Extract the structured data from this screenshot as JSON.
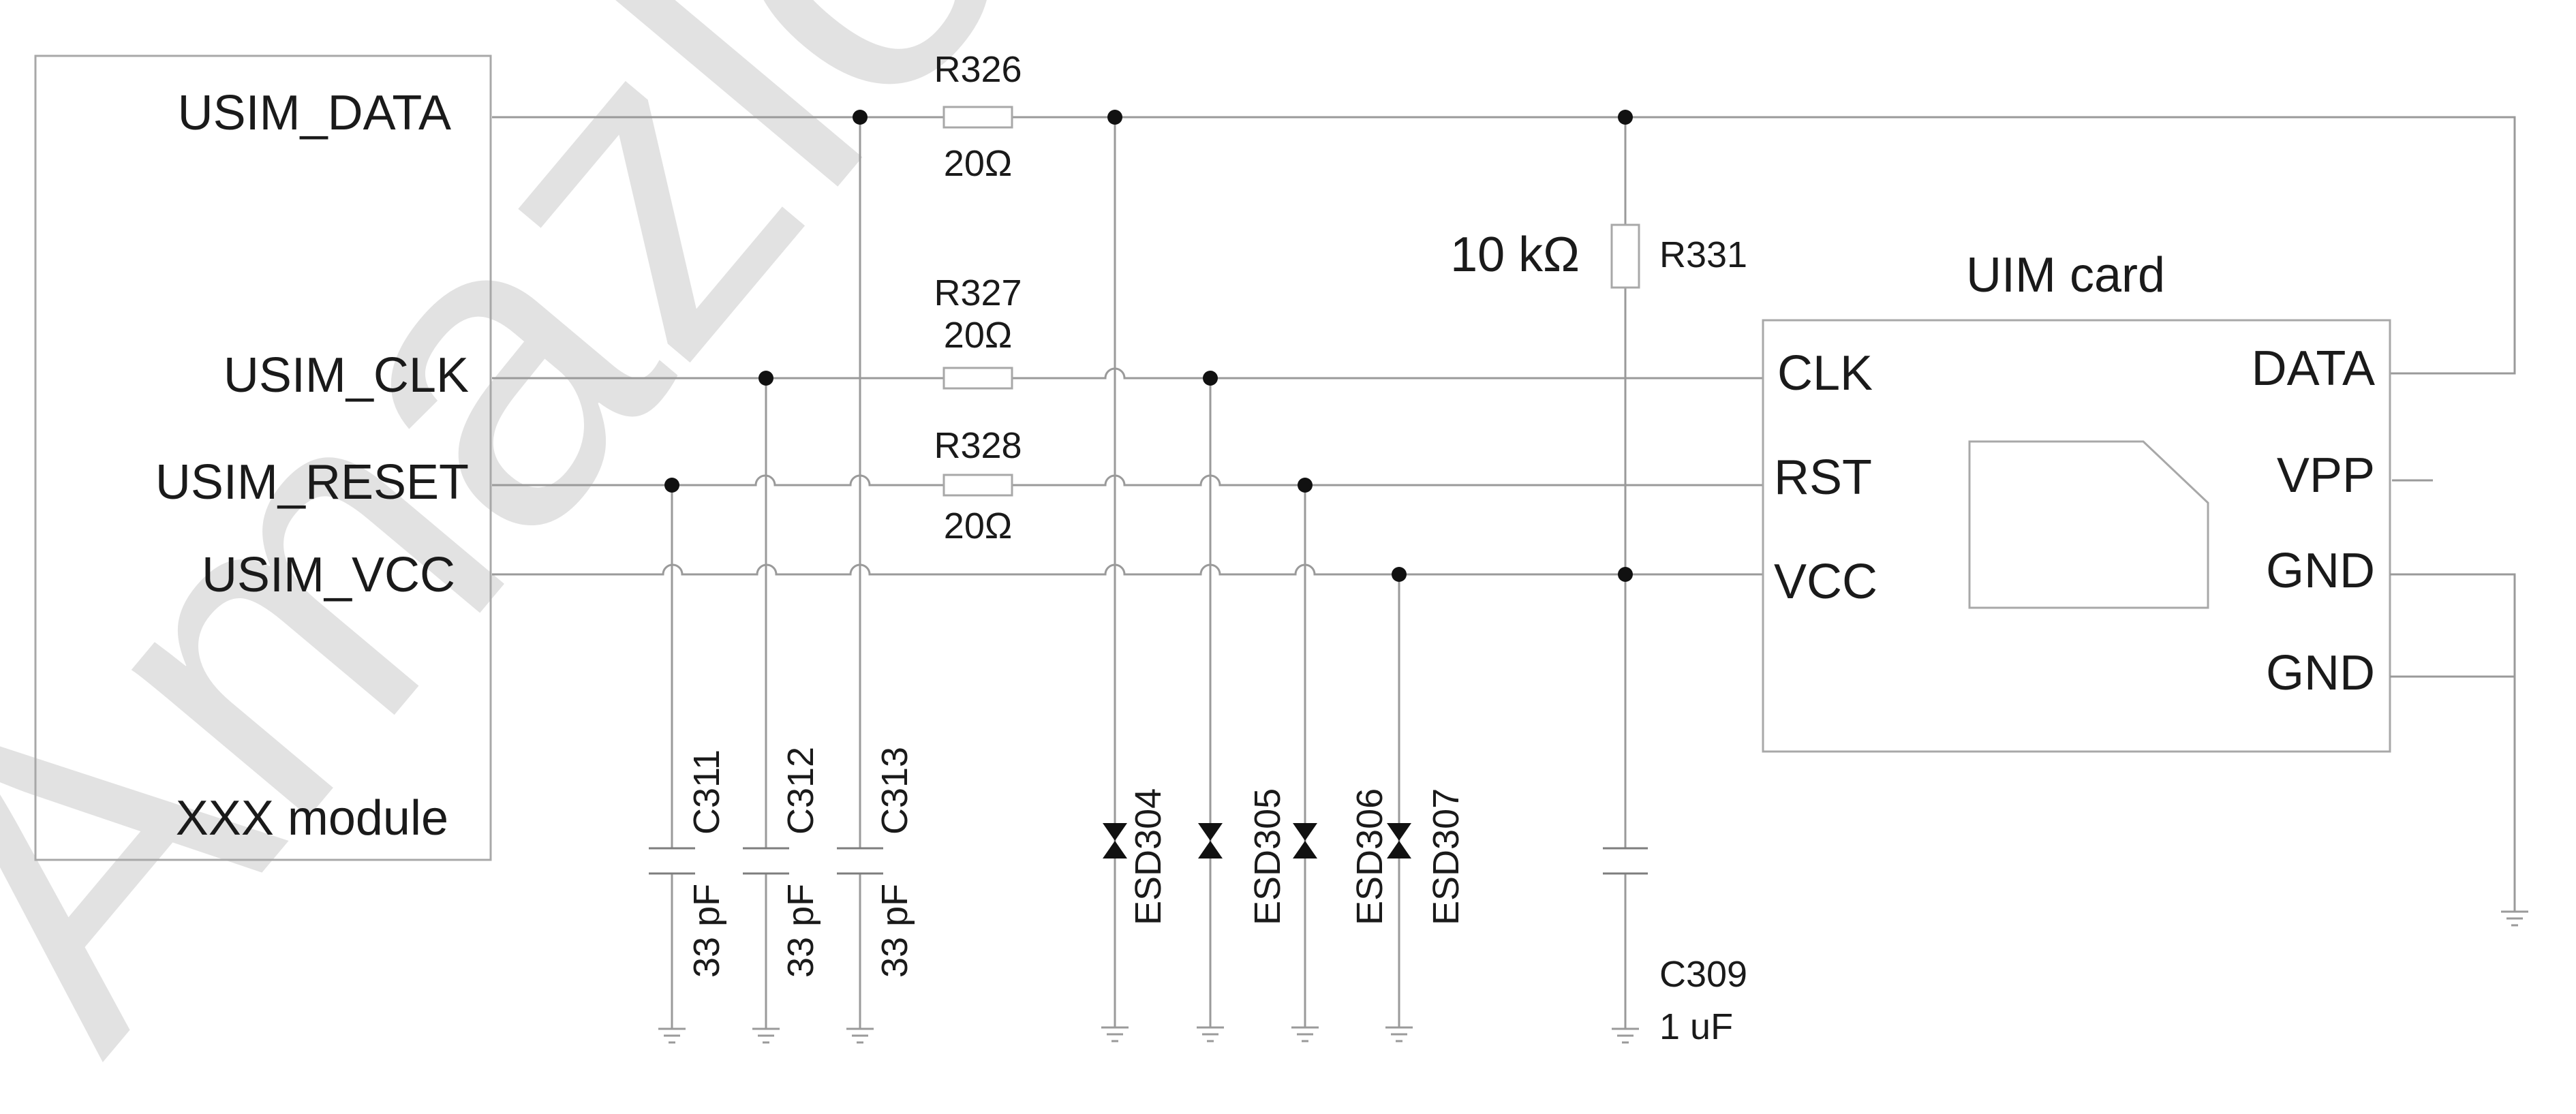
{
  "watermark": "Amazlo",
  "module": {
    "name": "XXX module",
    "pins": [
      "USIM_DATA",
      "USIM_CLK",
      "USIM_RESET",
      "USIM_VCC"
    ]
  },
  "resistors": [
    {
      "ref": "R326",
      "value": "20Ω"
    },
    {
      "ref": "R327",
      "value": "20Ω"
    },
    {
      "ref": "R328",
      "value": "20Ω"
    },
    {
      "ref": "R331",
      "value": "10 kΩ"
    }
  ],
  "capacitors": [
    {
      "ref": "C311",
      "value": "33 pF"
    },
    {
      "ref": "C312",
      "value": "33 pF"
    },
    {
      "ref": "C313",
      "value": "33 pF"
    },
    {
      "ref": "C309",
      "value": "1 uF"
    }
  ],
  "esd": [
    "ESD304",
    "ESD305",
    "ESD306",
    "ESD307"
  ],
  "card": {
    "title": "UIM card",
    "left_pins": [
      "CLK",
      "RST",
      "VCC"
    ],
    "right_pins": [
      "DATA",
      "VPP",
      "GND",
      "GND"
    ]
  }
}
